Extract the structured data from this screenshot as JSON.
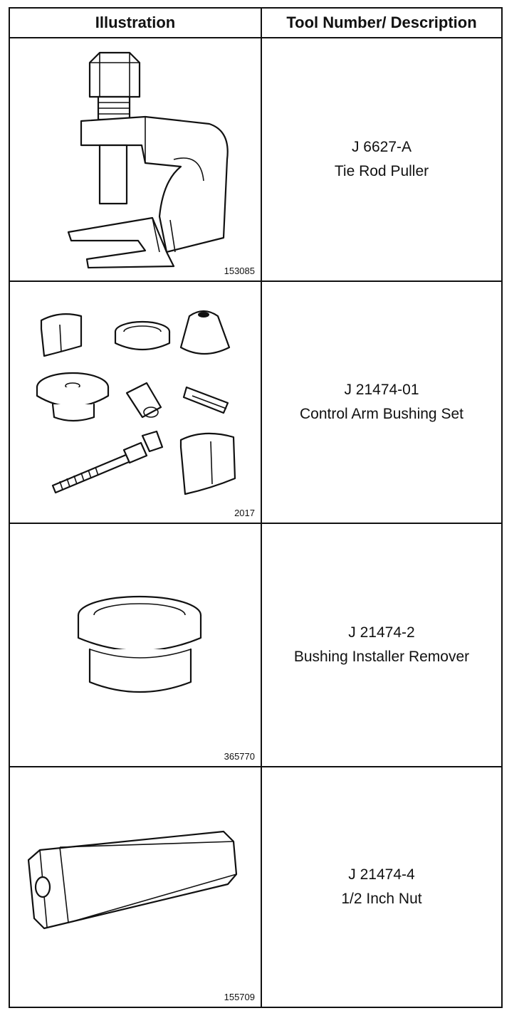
{
  "table": {
    "headers": {
      "illustration": "Illustration",
      "description": "Tool Number/ Description"
    },
    "rows": [
      {
        "figure_number": "153085",
        "tool_number": "J 6627-A",
        "description": "Tie Rod Puller",
        "icon": "tie-rod-puller-illustration"
      },
      {
        "figure_number": "2017",
        "tool_number": "J 21474-01",
        "description": "Control Arm Bushing Set",
        "icon": "bushing-set-illustration"
      },
      {
        "figure_number": "365770",
        "tool_number": "J 21474-2",
        "description": "Bushing Installer Remover",
        "icon": "bushing-installer-illustration"
      },
      {
        "figure_number": "155709",
        "tool_number": "J 21474-4",
        "description": "1/2 Inch Nut",
        "icon": "hex-nut-illustration"
      }
    ]
  }
}
